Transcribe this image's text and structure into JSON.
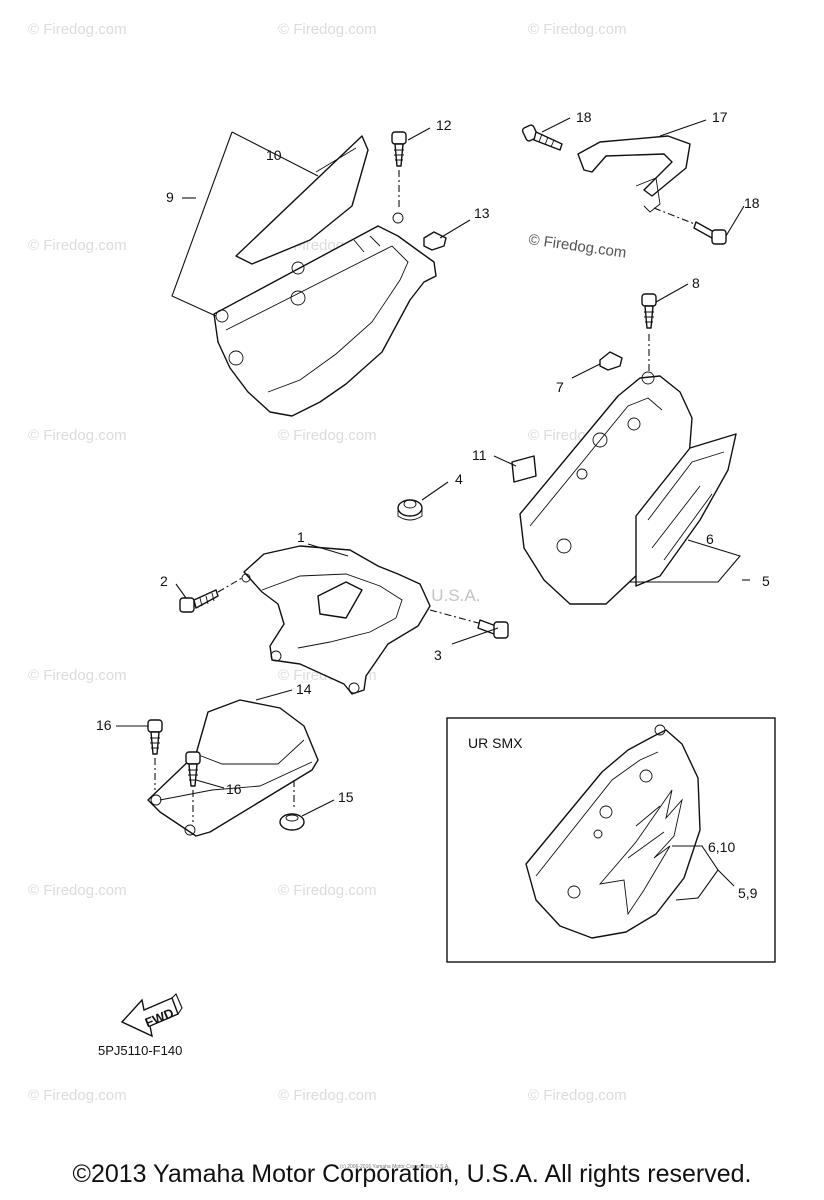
{
  "watermark": {
    "text": "© Firedog.com",
    "center_text": "Yamaha Motor Corp, U.S.A."
  },
  "callouts": {
    "c1": "1",
    "c2": "2",
    "c3": "3",
    "c4": "4",
    "c5": "5",
    "c6": "6",
    "c7": "7",
    "c8": "8",
    "c9": "9",
    "c10": "10",
    "c11": "11",
    "c12": "12",
    "c13": "13",
    "c14": "14",
    "c15": "15",
    "c16a": "16",
    "c16b": "16",
    "c17": "17",
    "c18a": "18",
    "c18b": "18"
  },
  "inset": {
    "title": "UR SMX",
    "label_a": "6,10",
    "label_b": "5,9"
  },
  "fwd_label": "FWD",
  "part_code": "5PJ5110-F140",
  "tiny_notice": "(c) 2006-2016 Yamaha Motor Corporation, U.S.A.",
  "footer": "©2013 Yamaha Motor Corporation, U.S.A. All rights reserved."
}
